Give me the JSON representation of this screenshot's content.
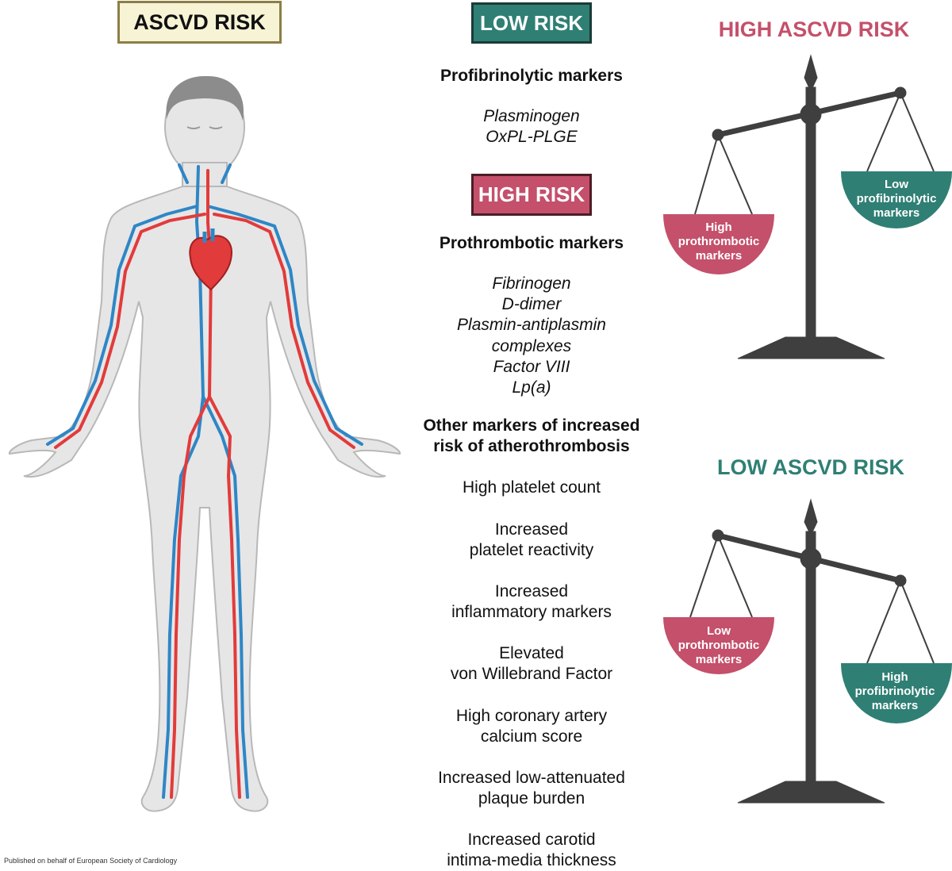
{
  "titles": {
    "ascvd": "ASCVD RISK",
    "low": "LOW RISK",
    "high": "HIGH RISK"
  },
  "low_risk": {
    "header": "Profibrinolytic markers",
    "items": [
      "Plasminogen",
      "OxPL-PLGE"
    ]
  },
  "high_risk": {
    "header": "Prothrombotic markers",
    "items": [
      "Fibrinogen",
      "D-dimer",
      "Plasmin-antiplasmin",
      "complexes",
      "Factor VIII",
      "Lp(a)"
    ]
  },
  "other": {
    "header_line1": "Other markers of increased",
    "header_line2": "risk of atherothrombosis",
    "items": [
      [
        "High platelet count"
      ],
      [
        "Increased",
        "platelet reactivity"
      ],
      [
        "Increased",
        "inflammatory markers"
      ],
      [
        "Elevated",
        "von Willebrand Factor"
      ],
      [
        "High coronary artery",
        "calcium score"
      ],
      [
        "Increased low-attenuated",
        "plaque burden"
      ],
      [
        "Increased carotid",
        "intima-media thickness"
      ]
    ]
  },
  "scale_high": {
    "title": "HIGH ASCVD RISK",
    "left_pan": [
      "High",
      "prothrombotic",
      "markers"
    ],
    "right_pan": [
      "Low",
      "profibrinolytic",
      "markers"
    ]
  },
  "scale_low": {
    "title": "LOW ASCVD RISK",
    "left_pan": [
      "Low",
      "prothrombotic",
      "markers"
    ],
    "right_pan": [
      "High",
      "profibrinolytic",
      "markers"
    ]
  },
  "credit": "Published on behalf of European Society of Cardiology",
  "colors": {
    "teal": "#2f7f74",
    "pink": "#c4506b",
    "scale_gray": "#3f3f3f",
    "artery": "#e23b3b",
    "vein": "#2f86c6"
  }
}
